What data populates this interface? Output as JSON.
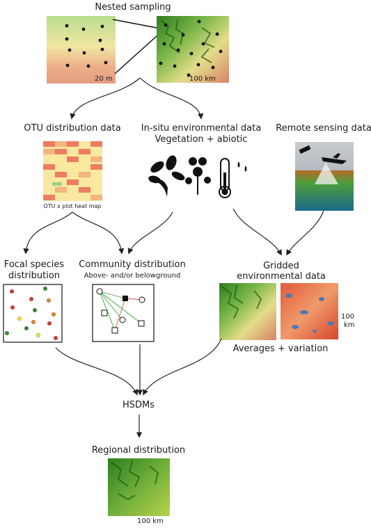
{
  "nested_sampling": {
    "title": "Nested sampling",
    "scale_small": "20 m",
    "scale_large": "100 km"
  },
  "sources": {
    "otu": "OTU distribution data",
    "insitu_line1": "In-situ environmental data",
    "insitu_line2": "Vegetation + abiotic",
    "remote": "Remote sensing data",
    "heatmap_caption": "OTU x plot heat map"
  },
  "middle": {
    "focal_line1": "Focal species",
    "focal_line2": "distribution",
    "community": "Community distribution",
    "community_sub": "Above- and/or belowground",
    "gridded_line1": "Gridded",
    "gridded_line2": "environmental data",
    "grid_scale_line1": "100",
    "grid_scale_line2": "km",
    "averages": "Averages + variation"
  },
  "bottom": {
    "hsdm": "HSDMs",
    "regional": "Regional distribution",
    "regional_scale": "100 km"
  },
  "colors": {
    "arrow": "#222222",
    "focal_red": "#d93a2b",
    "focal_orange": "#e8862a",
    "focal_yellow": "#f2e23a",
    "focal_green": "#2f8f2a",
    "edge_green": "#3aa33a",
    "edge_red": "#d9534f"
  }
}
